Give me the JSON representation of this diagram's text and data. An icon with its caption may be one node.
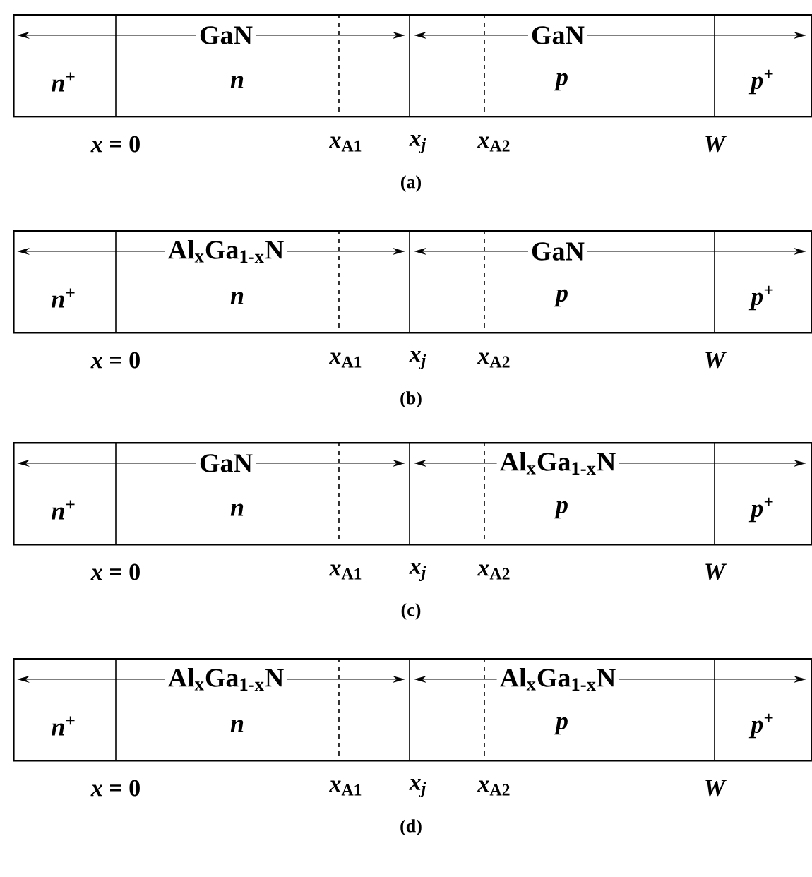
{
  "diagram": {
    "nodes": [
      {
        "text": [
          "GaN",
          "GaN",
          "n$^{+}$",
          "n",
          "p",
          "p$^{+}$"
        ]
      },
      {
        "text": [
          "Al$_{x}$Ga$_{1-x}$N",
          "GaN",
          "n$^{+}$",
          "n",
          "p",
          "p$^{+}$"
        ]
      },
      {
        "text": [
          "GaN",
          "Al$_{x}$Ga$_{1-x}$N",
          "n$^{+}$",
          "n",
          "p",
          "p$^{+}$"
        ]
      },
      {
        "text": [
          "Al$_{x}$Ga$_{1-x}$N",
          "Al$_{x}$Ga$_{1-x}$N",
          "n$^{+}$",
          "n",
          "p",
          "p$^{+}$"
        ]
      }
    ],
    "labels": [
      "*x* = 0",
      "*x*$_{A1}$",
      "x$_{j}$",
      "*x*$_{A2}$",
      "W",
      "(a)",
      "*x* = 0",
      "*x*$_{A1}$",
      "x$_{j}$",
      "*x*$_{A2}$",
      "W",
      "(b)",
      "*x* = 0",
      "*x*$_{A1}$",
      "x$_{j}$",
      "*x*$_{A2}$",
      "W",
      "(c)",
      "*x* = 0",
      "*x*$_{A1}$",
      "x$_{j}$",
      "*x*$_{A2}$",
      "W",
      "(d)"
    ]
  }
}
